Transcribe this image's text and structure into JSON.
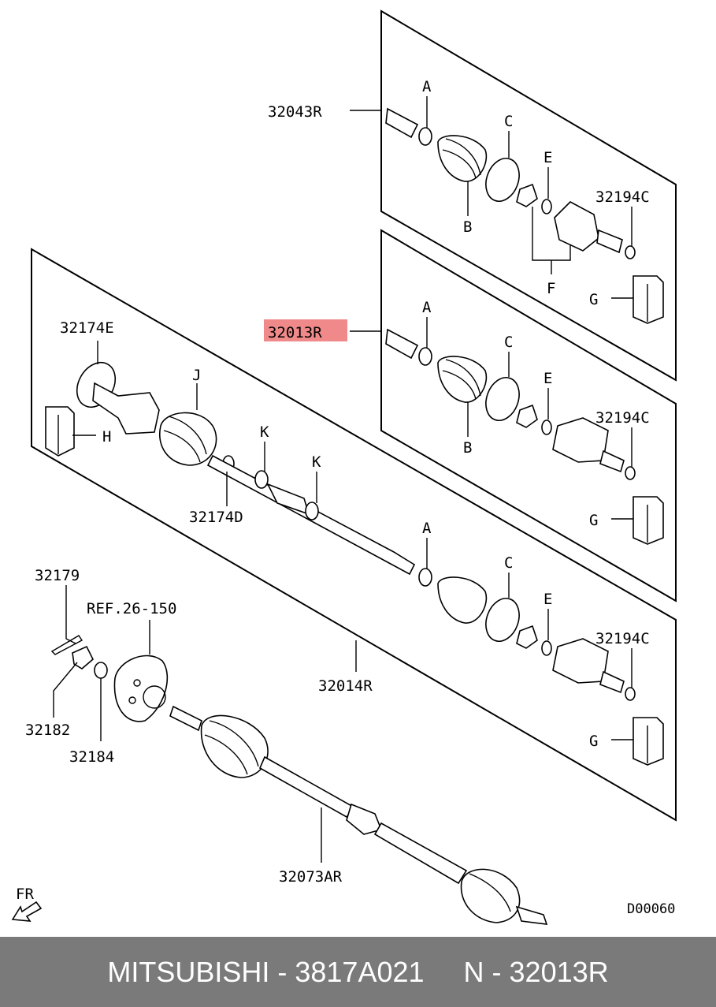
{
  "labels": {
    "p32043R": "32043R",
    "p32013R": "32013R",
    "p32174E": "32174E",
    "p32174D": "32174D",
    "p32014R": "32014R",
    "p32073AR": "32073AR",
    "p32179": "32179",
    "p32182": "32182",
    "p32184": "32184",
    "ref": "REF.26-150",
    "p32194C": "32194C",
    "A": "A",
    "B": "B",
    "C": "C",
    "E": "E",
    "F": "F",
    "G": "G",
    "H": "H",
    "J": "J",
    "K": "K",
    "fr": "FR",
    "code": "D00060"
  },
  "footer": {
    "brand_part": "MITSUBISHI - 3817A021",
    "ref_part": "N - 32013R"
  },
  "colors": {
    "highlight": "#f08a8a",
    "footer_bg": "#7a7a7a"
  }
}
